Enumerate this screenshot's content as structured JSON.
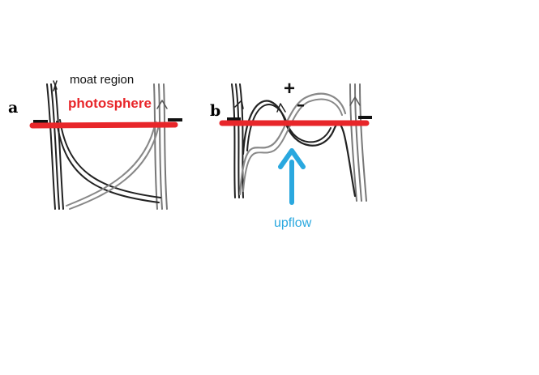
{
  "panels": {
    "a": {
      "letter": "a",
      "region_label": "moat region",
      "surface_label": "photosphere",
      "polarity_left": "–",
      "polarity_right": "–"
    },
    "b": {
      "letter": "b",
      "polarity_top": "+",
      "polarity_middle": "–",
      "polarity_left": "–",
      "polarity_right": "–",
      "flow_label": "upflow"
    }
  },
  "colors": {
    "surface_line": "#e8262a",
    "photosphere_text": "#e8262a",
    "arrow": "#2aa8df",
    "upflow_text": "#2aa8df",
    "field_lines_dark": "#222222",
    "field_lines_light": "#888888",
    "text": "#111111"
  }
}
